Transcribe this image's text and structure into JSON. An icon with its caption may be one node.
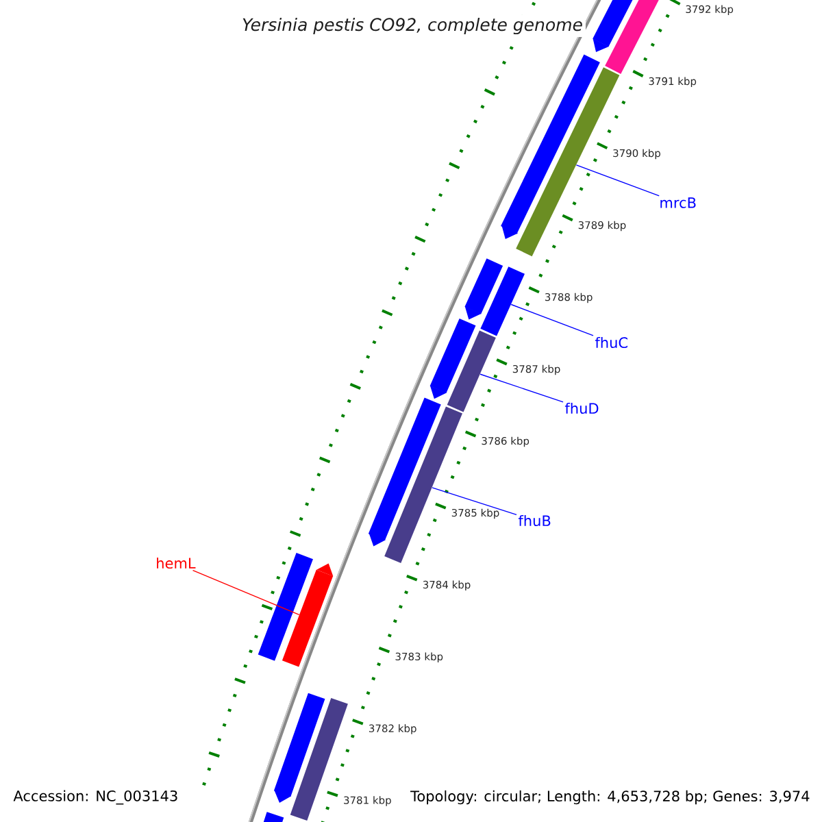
{
  "diagram": {
    "title": "Yersinia pestis CO92, complete genome",
    "nodes": [
      {
        "text": [
          "mrcB"
        ]
      },
      {
        "text": [
          "fhuC"
        ]
      },
      {
        "text": [
          "fhuD"
        ]
      },
      {
        "text": [
          "fhuB"
        ]
      },
      {
        "text": [
          "hemL"
        ]
      },
      {
        "text": [],
        "shape": "bar"
      },
      {
        "text": [],
        "shape": "arrow"
      },
      {
        "text": [],
        "shape": "arrow"
      },
      {
        "text": [],
        "shape": "bar"
      },
      {
        "text": [],
        "shape": "bar"
      },
      {
        "text": [],
        "shape": "arrow"
      },
      {
        "text": [],
        "shape": "arrow"
      },
      {
        "text": [],
        "shape": "bar"
      },
      {
        "text": [],
        "shape": "arrow"
      },
      {
        "text": [],
        "shape": "bar"
      },
      {
        "text": [],
        "shape": "bar"
      },
      {
        "text": [],
        "shape": "arrow"
      },
      {
        "text": [],
        "shape": "bar"
      },
      {
        "text": [],
        "shape": "arrow"
      },
      {
        "text": [],
        "shape": "bar"
      }
    ],
    "edges": [
      {
        "from": 0,
        "to": 8,
        "arrow": "none"
      },
      {
        "from": 1,
        "to": 9,
        "arrow": "none"
      },
      {
        "from": 2,
        "to": 12,
        "arrow": "none"
      },
      {
        "from": 3,
        "to": 14,
        "arrow": "none"
      },
      {
        "from": 4,
        "to": 16,
        "arrow": "none",
        "color": "#ff0000"
      }
    ],
    "labels": [
      "3792 kbp",
      "3791 kbp",
      "3790 kbp",
      "3789 kbp",
      "3788 kbp",
      "3787 kbp",
      "3786 kbp",
      "3785 kbp",
      "3784 kbp",
      "3783 kbp",
      "3782 kbp",
      "3781 kbp",
      "Accession: NC_003143",
      "Topology: circular; Length: 4,653,728 bp; Genes: 3,974"
    ]
  }
}
